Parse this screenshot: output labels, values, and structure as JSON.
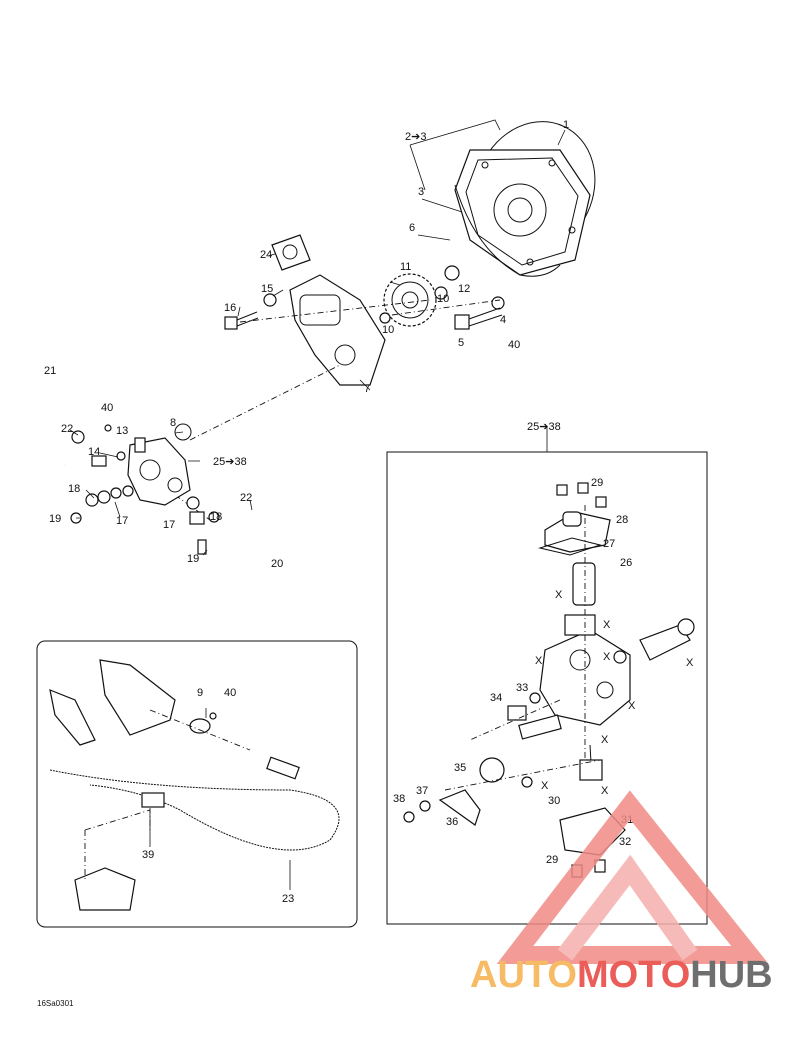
{
  "labels": {
    "l1": "1",
    "l2to3": "2➔3",
    "l3": "3",
    "l4": "4",
    "l5": "5",
    "l6": "6",
    "l7": "7",
    "l8": "8",
    "l9": "9",
    "l10a": "10",
    "l10b": "10",
    "l11": "11",
    "l12": "12",
    "l13": "13",
    "l14": "14",
    "l15": "15",
    "l16": "16",
    "l17a": "17",
    "l17b": "17",
    "l18a": "18",
    "l18b": "18",
    "l19a": "19",
    "l19b": "19",
    "l20": "20",
    "l21": "21",
    "l22a": "22",
    "l22b": "22",
    "l23": "23",
    "l24": "24",
    "l25to38a": "25➔38",
    "l25to38b": "25➔38",
    "l26": "26",
    "l27": "27",
    "l28": "28",
    "l29a": "29",
    "l29b": "29",
    "l30": "30",
    "l31": "31",
    "l32": "32",
    "l33": "33",
    "l34": "34",
    "l35": "35",
    "l36": "36",
    "l37": "37",
    "l38": "38",
    "l39": "39",
    "l40a": "40",
    "l40b": "40",
    "l40c": "40",
    "x1": "X",
    "x2": "X",
    "x3": "X",
    "x4": "X",
    "x5": "X",
    "x6": "X",
    "x7": "X",
    "x8": "X",
    "x9": "X"
  },
  "footer_code": "16Sa0301",
  "watermark": {
    "auto": "AUTO",
    "moto": "MOTO",
    "hub": "HUB",
    "color_orange": "#f5b04a",
    "color_red": "#e8413c",
    "color_gray": "#555555"
  }
}
